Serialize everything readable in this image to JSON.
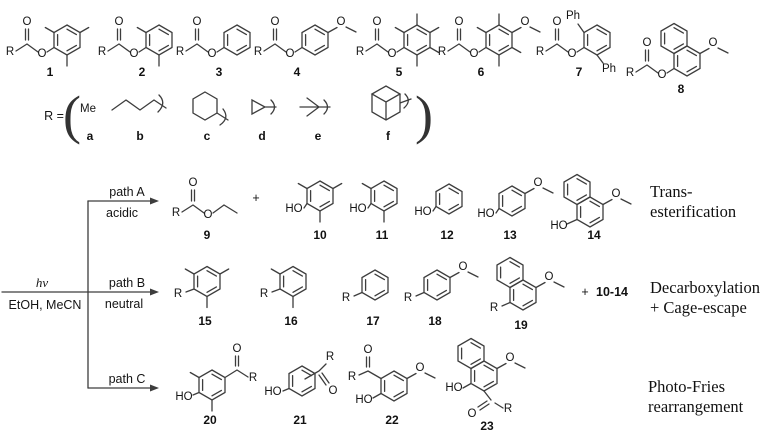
{
  "title": "Photochemistry of aryl esters reaction scheme",
  "colors": {
    "bond": "#3d3d3d",
    "text": "#141414"
  },
  "atoms": {
    "R": "R",
    "O": "O",
    "HO": "HO",
    "Me": "Me",
    "Ph": "Ph",
    "plus": "+"
  },
  "nums": {
    "1": "1",
    "2": "2",
    "3": "3",
    "4": "4",
    "5": "5",
    "6": "6",
    "7": "7",
    "8": "8",
    "9": "9",
    "10": "10",
    "11": "11",
    "12": "12",
    "13": "13",
    "14": "14",
    "15": "15",
    "16": "16",
    "17": "17",
    "18": "18",
    "19": "19",
    "20": "20",
    "21": "21",
    "22": "22",
    "23": "23"
  },
  "letters": {
    "a": "a",
    "b": "b",
    "c": "c",
    "d": "d",
    "e": "e",
    "f": "f"
  },
  "r_definition": {
    "prefix": "R =",
    "paren_open": "(",
    "paren_close": ")"
  },
  "conditions": {
    "light": "hν",
    "solvent": "EtOH, MeCN"
  },
  "paths": {
    "A": {
      "label": "path A",
      "condition": "acidic",
      "outcome1": "Trans-",
      "outcome2": "esterification"
    },
    "B": {
      "label": "path B",
      "condition": "neutral",
      "byproducts": "10-14",
      "outcome1": "Decarboxylation",
      "outcome2": "+ Cage-escape"
    },
    "C": {
      "label": "path C",
      "outcome1": "Photo-Fries",
      "outcome2": "rearrangement"
    }
  }
}
